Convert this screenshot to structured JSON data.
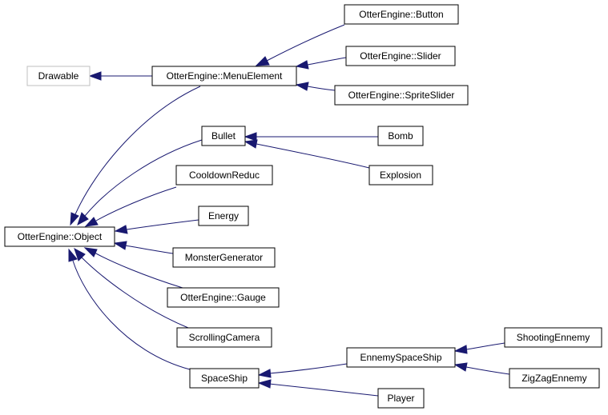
{
  "diagram": {
    "type": "class-inheritance-graph",
    "colors": {
      "edge": "#191970",
      "node_border": "#000000",
      "external_border": "#bfbfbf"
    },
    "nodes": {
      "drawable": "Drawable",
      "menu_element": "OtterEngine::MenuElement",
      "button": "OtterEngine::Button",
      "slider": "OtterEngine::Slider",
      "sprite_slider": "OtterEngine::SpriteSlider",
      "bullet": "Bullet",
      "bomb": "Bomb",
      "explosion": "Explosion",
      "cooldown_reduc": "CooldownReduc",
      "object": "OtterEngine::Object",
      "energy": "Energy",
      "monster_generator": "MonsterGenerator",
      "gauge": "OtterEngine::Gauge",
      "scrolling_camera": "ScrollingCamera",
      "space_ship": "SpaceShip",
      "ennemy_space_ship": "EnnemySpaceShip",
      "shooting_ennemy": "ShootingEnnemy",
      "zigzag_ennemy": "ZigZagEnnemy",
      "player": "Player"
    }
  }
}
